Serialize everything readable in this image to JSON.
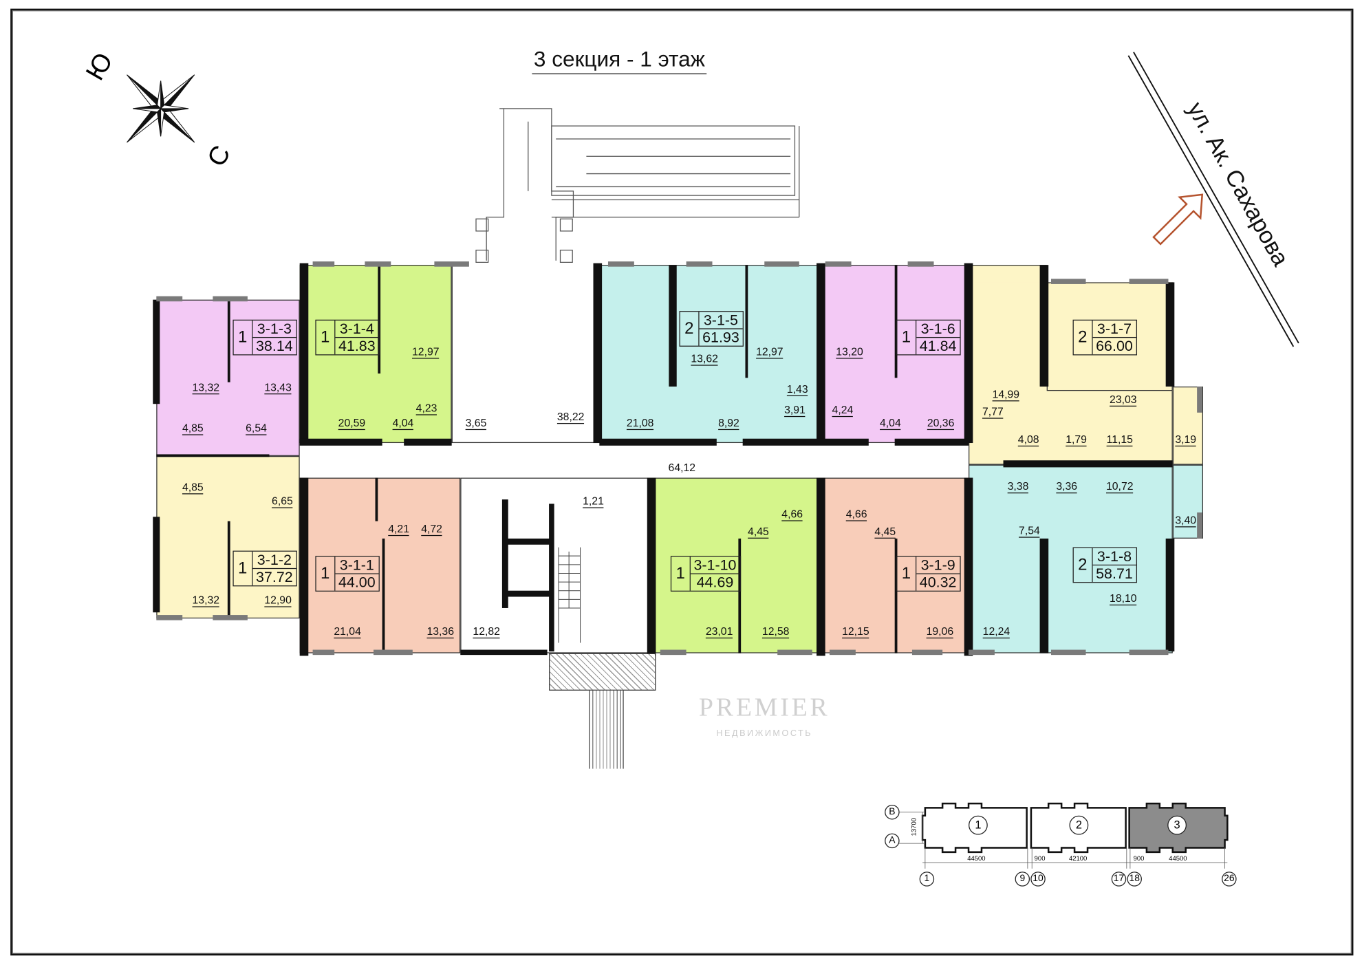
{
  "title": "3 секция - 1 этаж",
  "street": "ул. Ак. Сахарова",
  "compass": {
    "north": "С",
    "south": "Ю"
  },
  "watermark": {
    "brand": "PREMIER",
    "sub": "НЕДВИЖИМОСТЬ"
  },
  "colors": {
    "pink": "#f3c9f5",
    "yellow": "#fdf5c6",
    "green": "#d5f58b",
    "salmon": "#f8cdb9",
    "teal": "#c5f0ec",
    "entrance_arrow": "#b5532e"
  },
  "apartments": [
    {
      "id": "3-1-1",
      "rooms": "1",
      "area": "44.00",
      "room_areas": [
        "4,21",
        "4,72",
        "21,04",
        "13,36"
      ]
    },
    {
      "id": "3-1-2",
      "rooms": "1",
      "area": "37.72",
      "room_areas": [
        "4,85",
        "6,65",
        "13,32",
        "12,90"
      ]
    },
    {
      "id": "3-1-3",
      "rooms": "1",
      "area": "38.14",
      "room_areas": [
        "13,32",
        "13,43",
        "4,85",
        "6,54"
      ]
    },
    {
      "id": "3-1-4",
      "rooms": "1",
      "area": "41.83",
      "room_areas": [
        "12,97",
        "20,59",
        "4,04",
        "4,23"
      ]
    },
    {
      "id": "3-1-5",
      "rooms": "2",
      "area": "61.93",
      "room_areas": [
        "21,08",
        "13,62",
        "12,97",
        "1,43",
        "3,91",
        "8,92"
      ]
    },
    {
      "id": "3-1-6",
      "rooms": "1",
      "area": "41.84",
      "room_areas": [
        "13,20",
        "4,24",
        "4,04",
        "20,36"
      ]
    },
    {
      "id": "3-1-7",
      "rooms": "2",
      "area": "66.00",
      "room_areas": [
        "14,99",
        "23,03",
        "7,77",
        "4,08",
        "1,79",
        "11,15",
        "3,19"
      ]
    },
    {
      "id": "3-1-8",
      "rooms": "2",
      "area": "58.71",
      "room_areas": [
        "3,38",
        "3,36",
        "10,72",
        "3,40",
        "7,54",
        "18,10",
        "12,24"
      ]
    },
    {
      "id": "3-1-9",
      "rooms": "1",
      "area": "40.32",
      "room_areas": [
        "4,66",
        "4,45",
        "12,15",
        "19,06"
      ]
    },
    {
      "id": "3-1-10",
      "rooms": "1",
      "area": "44.69",
      "room_areas": [
        "4,45",
        "4,66",
        "23,01",
        "12,58"
      ]
    }
  ],
  "common_areas": [
    "3,65",
    "38,22",
    "12,82",
    "1,21",
    "64,12"
  ],
  "minimap": {
    "axes_rows": [
      "B",
      "A"
    ],
    "height_dim": "13700",
    "dims": [
      "44500",
      "900",
      "42100",
      "900",
      "44500"
    ],
    "axes_cols": [
      "1",
      "9",
      "10",
      "17",
      "18",
      "26"
    ],
    "sections": [
      "1",
      "2",
      "3"
    ],
    "current_section": "3"
  }
}
